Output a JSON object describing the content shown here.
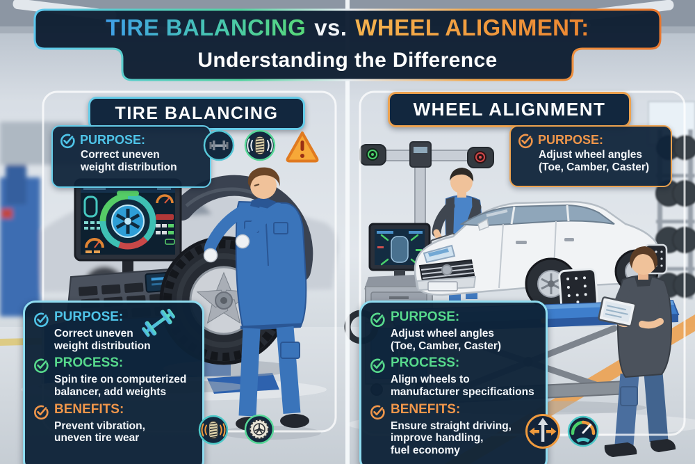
{
  "title": {
    "line1": {
      "left": "TIRE BALANCING",
      "middle": "vs.",
      "right": "WHEEL ALIGNMENT:"
    },
    "line2": "Understanding the Difference"
  },
  "left_panel": {
    "header": "TIRE BALANCING",
    "callout": {
      "label": "PURPOSE:",
      "text": "Correct uneven\nweight distribution"
    },
    "details": {
      "purpose": {
        "label": "PURPOSE:",
        "text": "Correct uneven\nweight distribution"
      },
      "process": {
        "label": "PROCESS:",
        "text": "Spin tire on computerized\nbalancer, add weights"
      },
      "benefits": {
        "label": "BENEFITS:",
        "text": "Prevent vibration,\nuneven tire wear"
      }
    },
    "icons": {
      "top": [
        "dumbbell",
        "vibrating-tire",
        "warning-triangle"
      ],
      "bottom": [
        "vibrating-tire",
        "alloy-wheel"
      ]
    },
    "scene": "Mechanic in blue coveralls mounting a tire on a computerized wheel balancing machine"
  },
  "right_panel": {
    "header": "WHEEL ALIGNMENT",
    "callout": {
      "label": "PURPOSE:",
      "text": "Adjust wheel angles\n(Toe, Camber, Caster)"
    },
    "details": {
      "purpose": {
        "label": "PURPOSE:",
        "text": "Adjust wheel angles\n(Toe, Camber, Caster)"
      },
      "process": {
        "label": "PROCESS:",
        "text": "Align wheels to\nmanufacturer specifications"
      },
      "benefits": {
        "label": "BENEFITS:",
        "text": "Ensure straight driving,\nimprove handling,\nfuel economy"
      }
    },
    "icons": {
      "bottom": [
        "straight-driving-arrows",
        "speed-gauge"
      ]
    },
    "scene": "White sedan on a blue alignment lift with wheel target panels, camera beam rig and two technicians with tablets"
  },
  "colors": {
    "panel_navy": "#12273e",
    "cyan_accent": "#4fc4e8",
    "green_accent": "#57d98c",
    "orange_accent": "#f0964a",
    "cyan_border": "#66cce8",
    "orange_border": "#eda24f",
    "lift_blue": "#3e7ecc",
    "title_gradient_cool": [
      "#3f9fe8",
      "#58d878"
    ],
    "title_gradient_warm": [
      "#f6b44f",
      "#ec8530"
    ]
  }
}
